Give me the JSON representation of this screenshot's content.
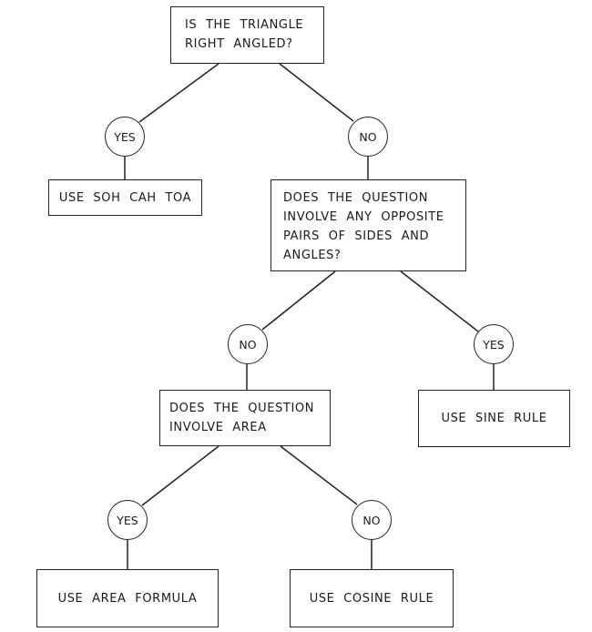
{
  "nodes": {
    "root": {
      "lines": [
        "IS THE TRIANGLE",
        "RIGHT ANGLED?"
      ]
    },
    "soh": {
      "label": "USE SOH CAH TOA"
    },
    "opposite": {
      "lines": [
        "DOES THE QUESTION",
        "INVOLVE ANY OPPOSITE",
        "PAIRS OF SIDES AND",
        "ANGLES?"
      ]
    },
    "area_q": {
      "lines": [
        "DOES THE QUESTION",
        "INVOLVE AREA"
      ]
    },
    "sine": {
      "label": "USE SINE RULE"
    },
    "area_f": {
      "label": "USE AREA FORMULA"
    },
    "cosine": {
      "label": "USE COSINE RULE"
    }
  },
  "branches": {
    "root_yes": "YES",
    "root_no": "NO",
    "opp_no": "NO",
    "opp_yes": "YES",
    "area_yes": "YES",
    "area_no": "NO"
  },
  "colors": {
    "stroke": "#222222",
    "text": "#1a1a1a",
    "background": "#ffffff"
  }
}
